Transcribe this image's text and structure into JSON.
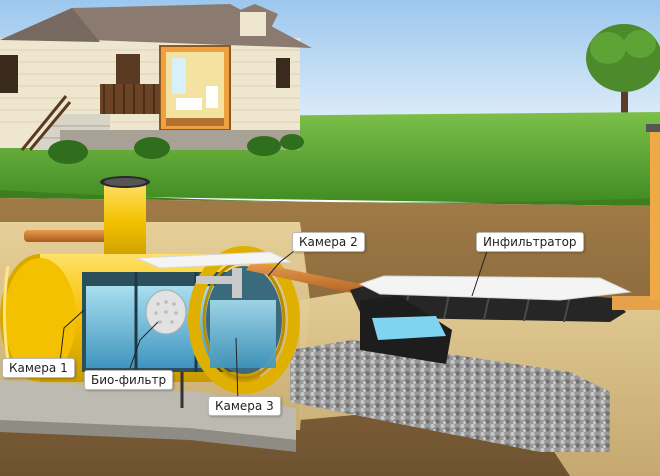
{
  "labels": {
    "chamber1": "Камера 1",
    "chamber2": "Камера 2",
    "chamber3": "Камера 3",
    "biofilter": "Био-фильтр",
    "infiltrator": "Инфильтратор"
  },
  "colors": {
    "sky": "#cfe3f7",
    "grass": "#4f9a2a",
    "soil": "#8a6a3c",
    "tank": "#f2c200",
    "water": "#6fb7d6",
    "pipe": "#c9772b",
    "gravel": "#8d8d8d"
  }
}
